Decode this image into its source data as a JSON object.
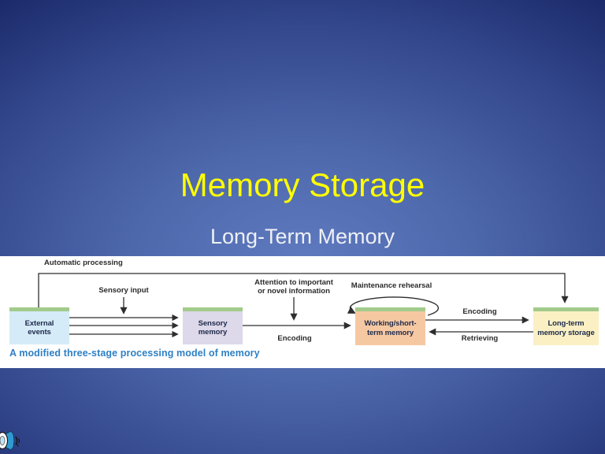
{
  "slide": {
    "title": "Memory Storage",
    "subtitle": "Long-Term Memory",
    "title_color": "#FFFF00",
    "subtitle_color": "#EEF0F6",
    "background_center_color": "#5F7ABF",
    "background_edge_color": "#13215C"
  },
  "figure": {
    "caption": "A modified three-stage processing model of memory",
    "caption_color": "#2E80C5",
    "box_top_bar_color": "#A2CB8B",
    "boxes": [
      {
        "label": "External\nevents",
        "fill": "#D5EBF8"
      },
      {
        "label": "Sensory\nmemory",
        "fill": "#DDD8EA"
      },
      {
        "label": "Working/short-\nterm memory",
        "fill": "#F6C8A2"
      },
      {
        "label": "Long-term\nmemory storage",
        "fill": "#FAF0C4"
      }
    ],
    "labels": {
      "automatic_processing": "Automatic processing",
      "sensory_input": "Sensory input",
      "attention": "Attention to important\nor novel information",
      "encoding_mid": "Encoding",
      "maintenance_rehearsal": "Maintenance rehearsal",
      "encoding_right": "Encoding",
      "retrieving": "Retrieving"
    }
  },
  "icons": {
    "audio_speaker": "speaker-icon"
  }
}
